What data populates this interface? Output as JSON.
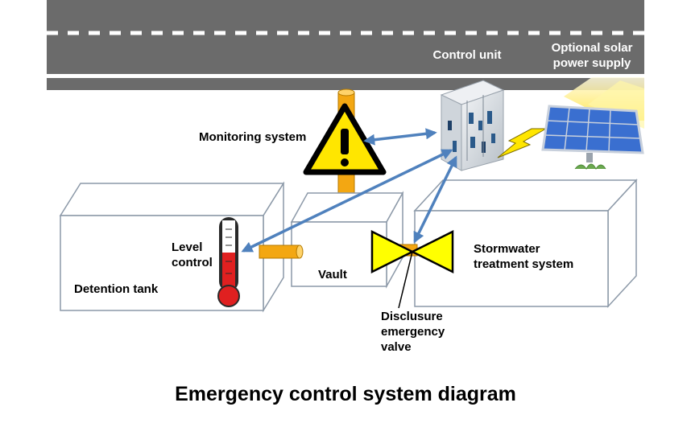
{
  "title": "Emergency control system diagram",
  "labels": {
    "control_unit": "Control unit",
    "solar_line1": "Optional solar",
    "solar_line2": "power supply",
    "monitoring": "Monitoring system",
    "level_line1": "Level",
    "level_line2": "control",
    "detention": "Detention tank",
    "vault": "Vault",
    "storm_line1": "Stormwater",
    "storm_line2": "treatment system",
    "valve_line1": "Disclusure",
    "valve_line2": "emergency",
    "valve_line3": "valve"
  },
  "colors": {
    "road": "#6b6b6b",
    "road_marking": "#ffffff",
    "pipe": "#f3a712",
    "arrow": "#4f81bd",
    "warning_fill": "#ffe600",
    "valve_fill": "#ffff00",
    "thermometer_red": "#e02020",
    "solar_panel": "#3a6fd0"
  },
  "icons": [
    "warning-icon",
    "thermometer-icon",
    "valve-icon",
    "lightning-icon",
    "solar-panel-icon",
    "control-cabinet-icon"
  ]
}
